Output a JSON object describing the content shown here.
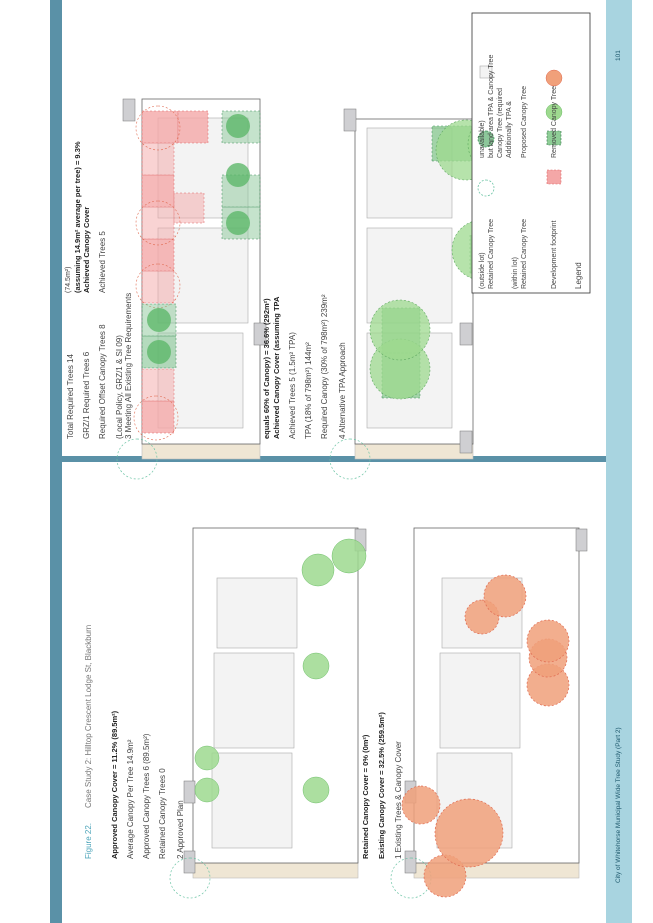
{
  "figure": {
    "label": "Figure 22.",
    "title": "Case Study 2: Hilltop Crescent Lodge St, Blackburn"
  },
  "footer": {
    "document": "City of Whitehorse Municipal Wide Tree Study (Part 2)",
    "page_number": "101"
  },
  "colors": {
    "accent_dark": "#5a91a7",
    "accent_light": "#a8d4e0",
    "removed_tree": "#f0a07a",
    "proposed_tree": "#9ed98f",
    "tpa_tree": "#8cc79a",
    "offset_tree": "#f4a7a7"
  },
  "panels": [
    {
      "title": "1  Existing Trees & Canopy Cover",
      "lines": [
        "Existing Canopy Cover = 32.5% (259.5m²)",
        "Retained Canopy Cover = 0% (0m²)"
      ]
    },
    {
      "title": "2  Approved Plan",
      "lines": [
        "Retained Canopy Trees   0",
        "Approved Canopy Trees   6 (89.5m²)",
        "Average Canopy Per Tree   14.9m²",
        "Approved Canopy Cover = 11.2% (89.5m²)"
      ]
    },
    {
      "title": "3  Meeting All Existing Tree Requirements",
      "subtitle": "(Local Policy, GRZ/1 & SI 09)",
      "lines": [
        "Required Offset Canopy Trees   8",
        "GRZ/1 Required Trees   6",
        "Total Required Trees   14",
        "Achieved Trees   5",
        "Achieved Canopy Cover",
        "(assuming 14.9m² average per tree) = 9.3%",
        "(74.5m²)"
      ]
    },
    {
      "title": "4  Alternative TPA Approach",
      "lines": [
        "Required Canopy (30% of 798m²)   239m²",
        "TPA (18% of 798m²)   144m²",
        "Achieved Trees   5 (1.5m² TPA)",
        "Achieved Canopy Cover (assuming TPA",
        "equals 60% of Canopy) = 36.6% (292m²)"
      ]
    }
  ],
  "legend": {
    "title": "Legend",
    "items": [
      {
        "label": "Development footprint"
      },
      {
        "label": "Retained Canopy Tree",
        "label2": "(within lot)"
      },
      {
        "label": "Retained Canopy Tree",
        "label2": "(outside lot)"
      },
      {
        "label": "Removed Canopy Tree"
      },
      {
        "label": "Proposed Canopy Tree"
      },
      {
        "label": "TPA & Canopy Tree"
      },
      {
        "label": "Additionally TPA &",
        "label2": "Canopy Tree (required",
        "label3": "but land area",
        "label4": "unavailable)"
      }
    ]
  }
}
